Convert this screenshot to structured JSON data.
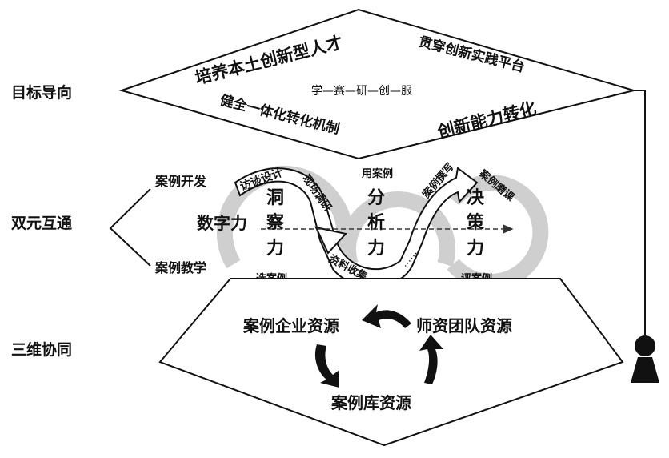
{
  "left_labels": {
    "goal": "目标导向",
    "dual": "双元互通",
    "tri": "三维协同"
  },
  "top": {
    "t1": "培养本土创新型人才",
    "t2": "贯穿创新实践平台",
    "t3": "健全一体化转化机制",
    "t4": "创新能力转化",
    "center": "学—赛—研—创—服"
  },
  "middle": {
    "branch_top": "案例开发",
    "branch_bottom": "案例教学",
    "digital": "数字力",
    "insight": "洞察力",
    "analysis": "分析力",
    "decision": "决策力",
    "arrow_interview": "访谈设计",
    "arrow_field": "现场调研",
    "arrow_collect": "资料收集",
    "arrow_write": "案例撰写",
    "arrow_polish": "案例磨课",
    "use_case": "用案例",
    "select_case": "选案例",
    "eval_case": "评案例",
    "dots": "……"
  },
  "bottom": {
    "enterprise": "案例企业资源",
    "faculty": "师资团队资源",
    "library": "案例库资源"
  }
}
